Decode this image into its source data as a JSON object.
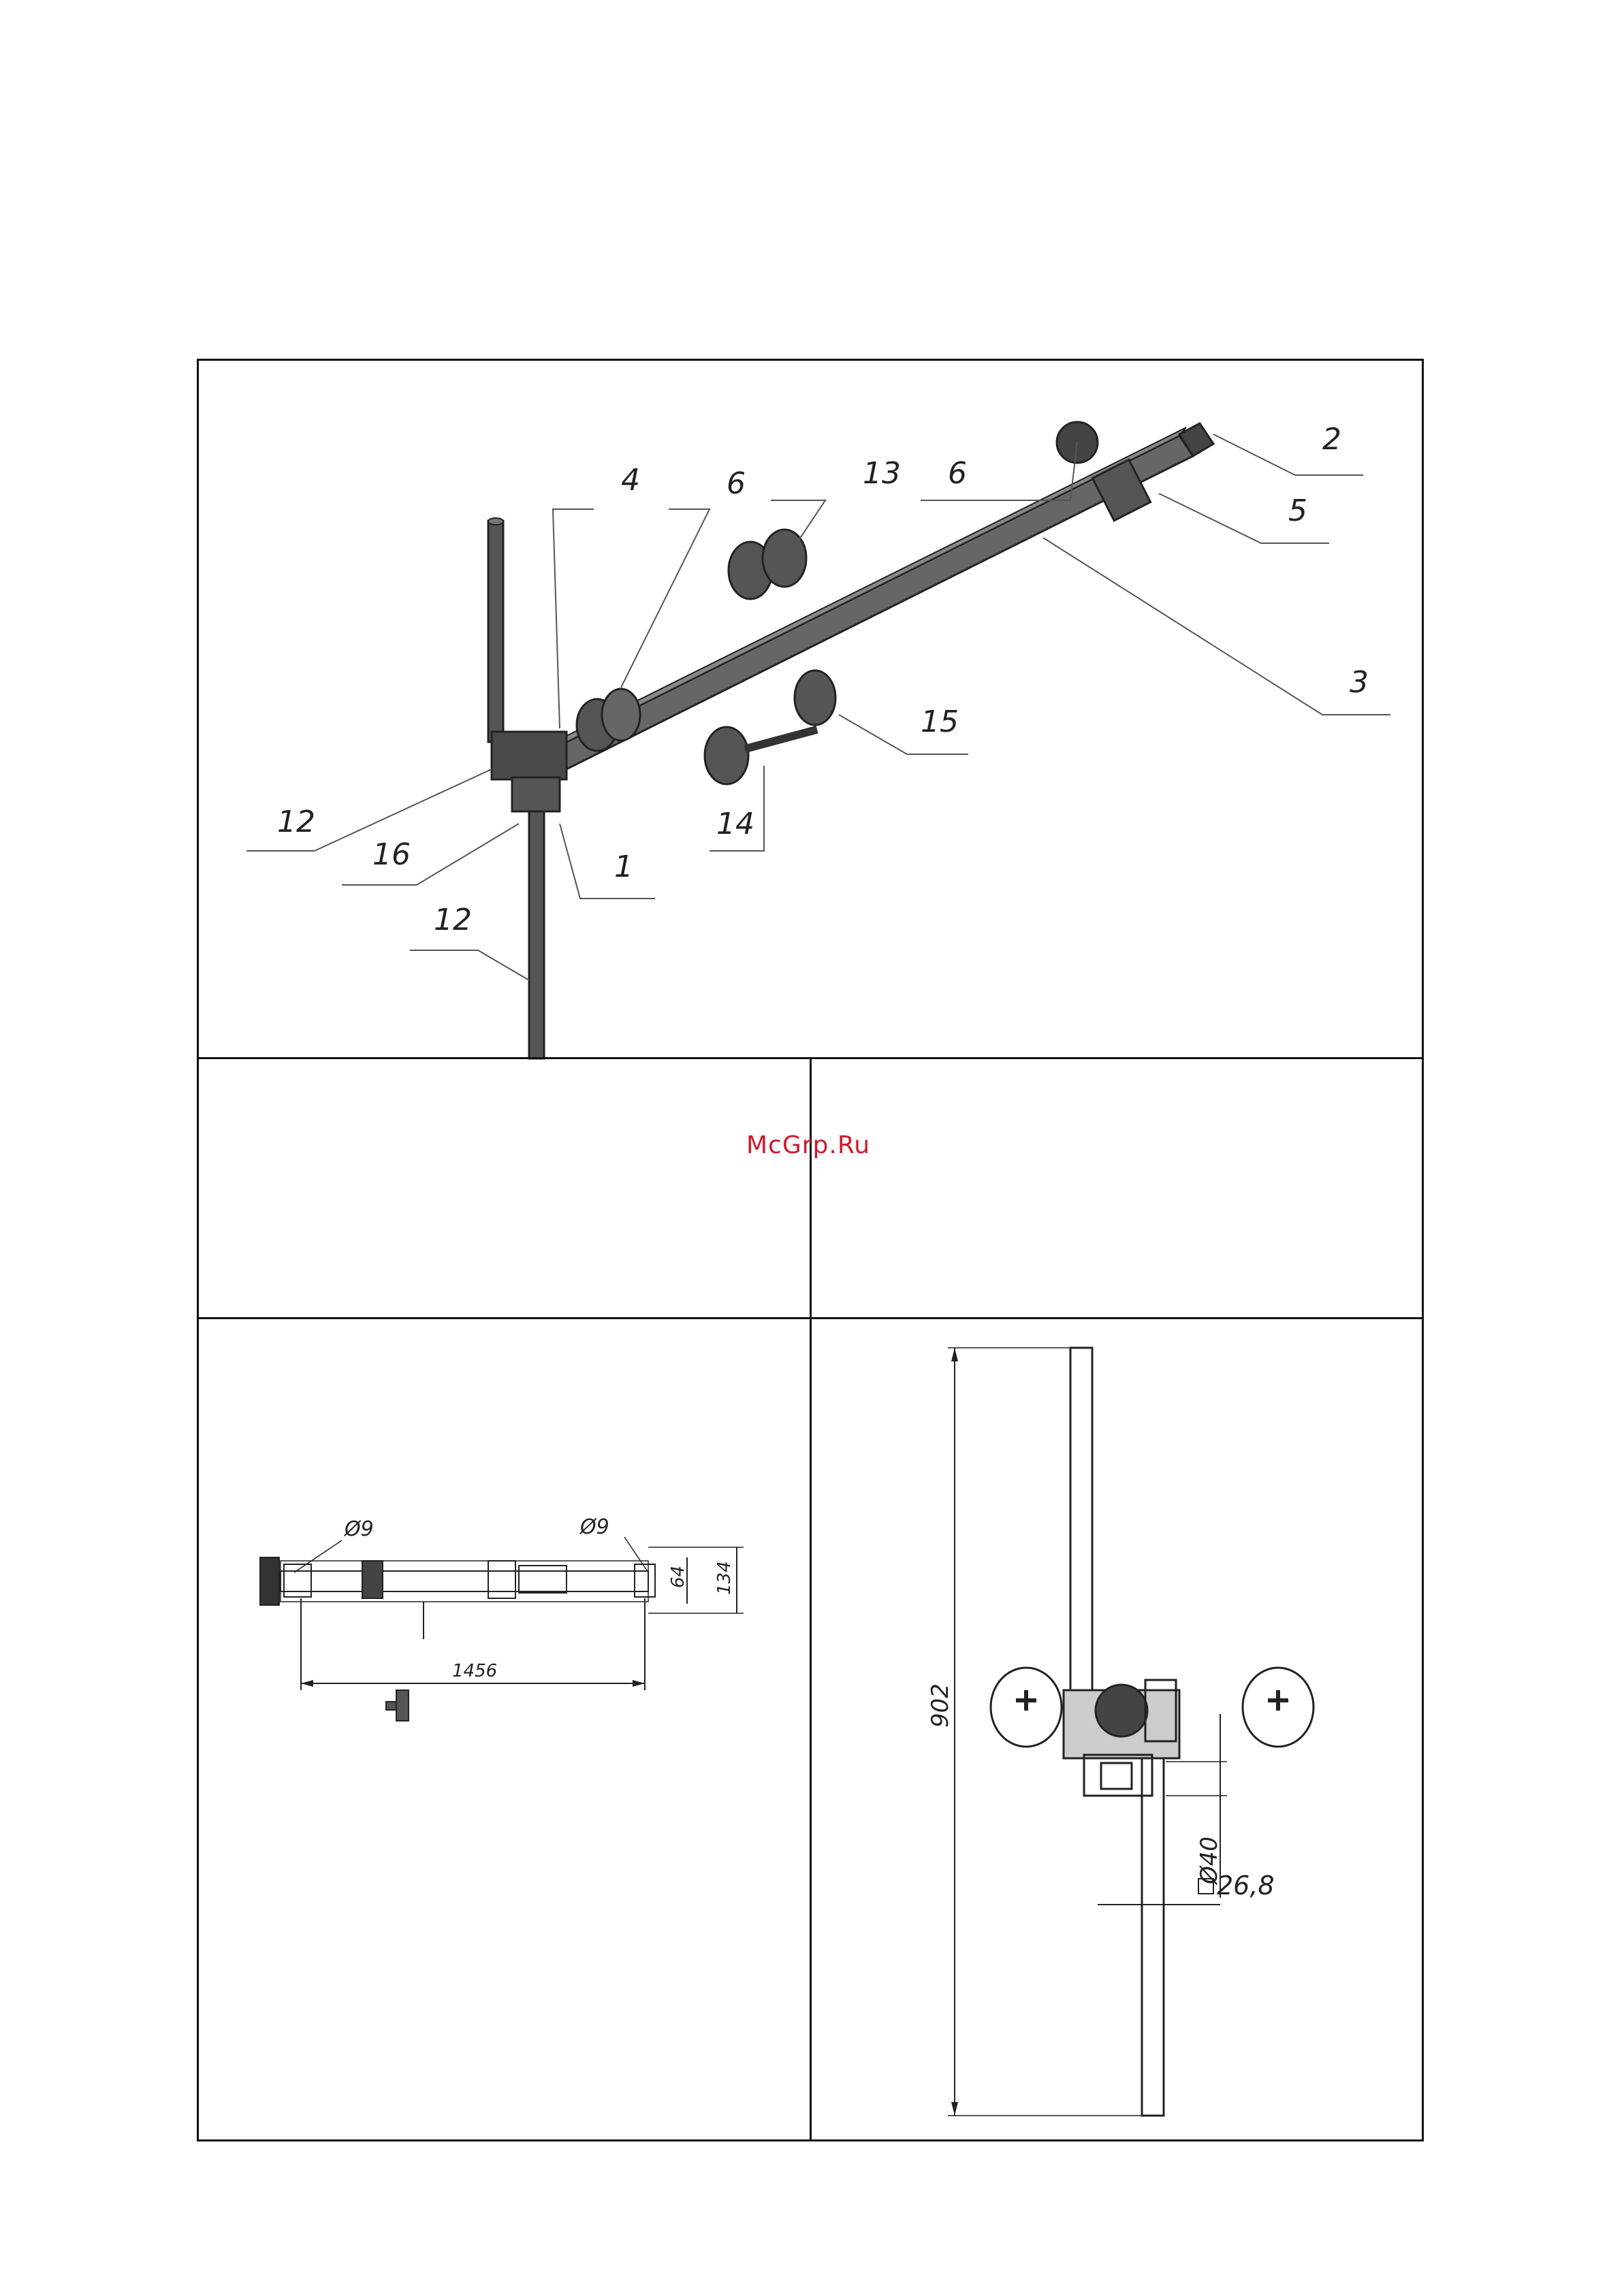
{
  "watermark": "McGrp.Ru",
  "callouts": {
    "c4": "4",
    "c6a": "6",
    "c13": "13",
    "c6b": "6",
    "c2": "2",
    "c5": "5",
    "c3": "3",
    "c15": "15",
    "c14": "14",
    "c1": "1",
    "c12a": "12",
    "c16": "16",
    "c12b": "12"
  },
  "plan_view": {
    "hole_left": "Ø9",
    "hole_right": "Ø9",
    "dim_inner": "64",
    "dim_outer": "134",
    "dim_length": "1456"
  },
  "side_view": {
    "dim_height": "902",
    "dim_tube_round": "Ø40",
    "dim_tube_square": "26,8"
  }
}
